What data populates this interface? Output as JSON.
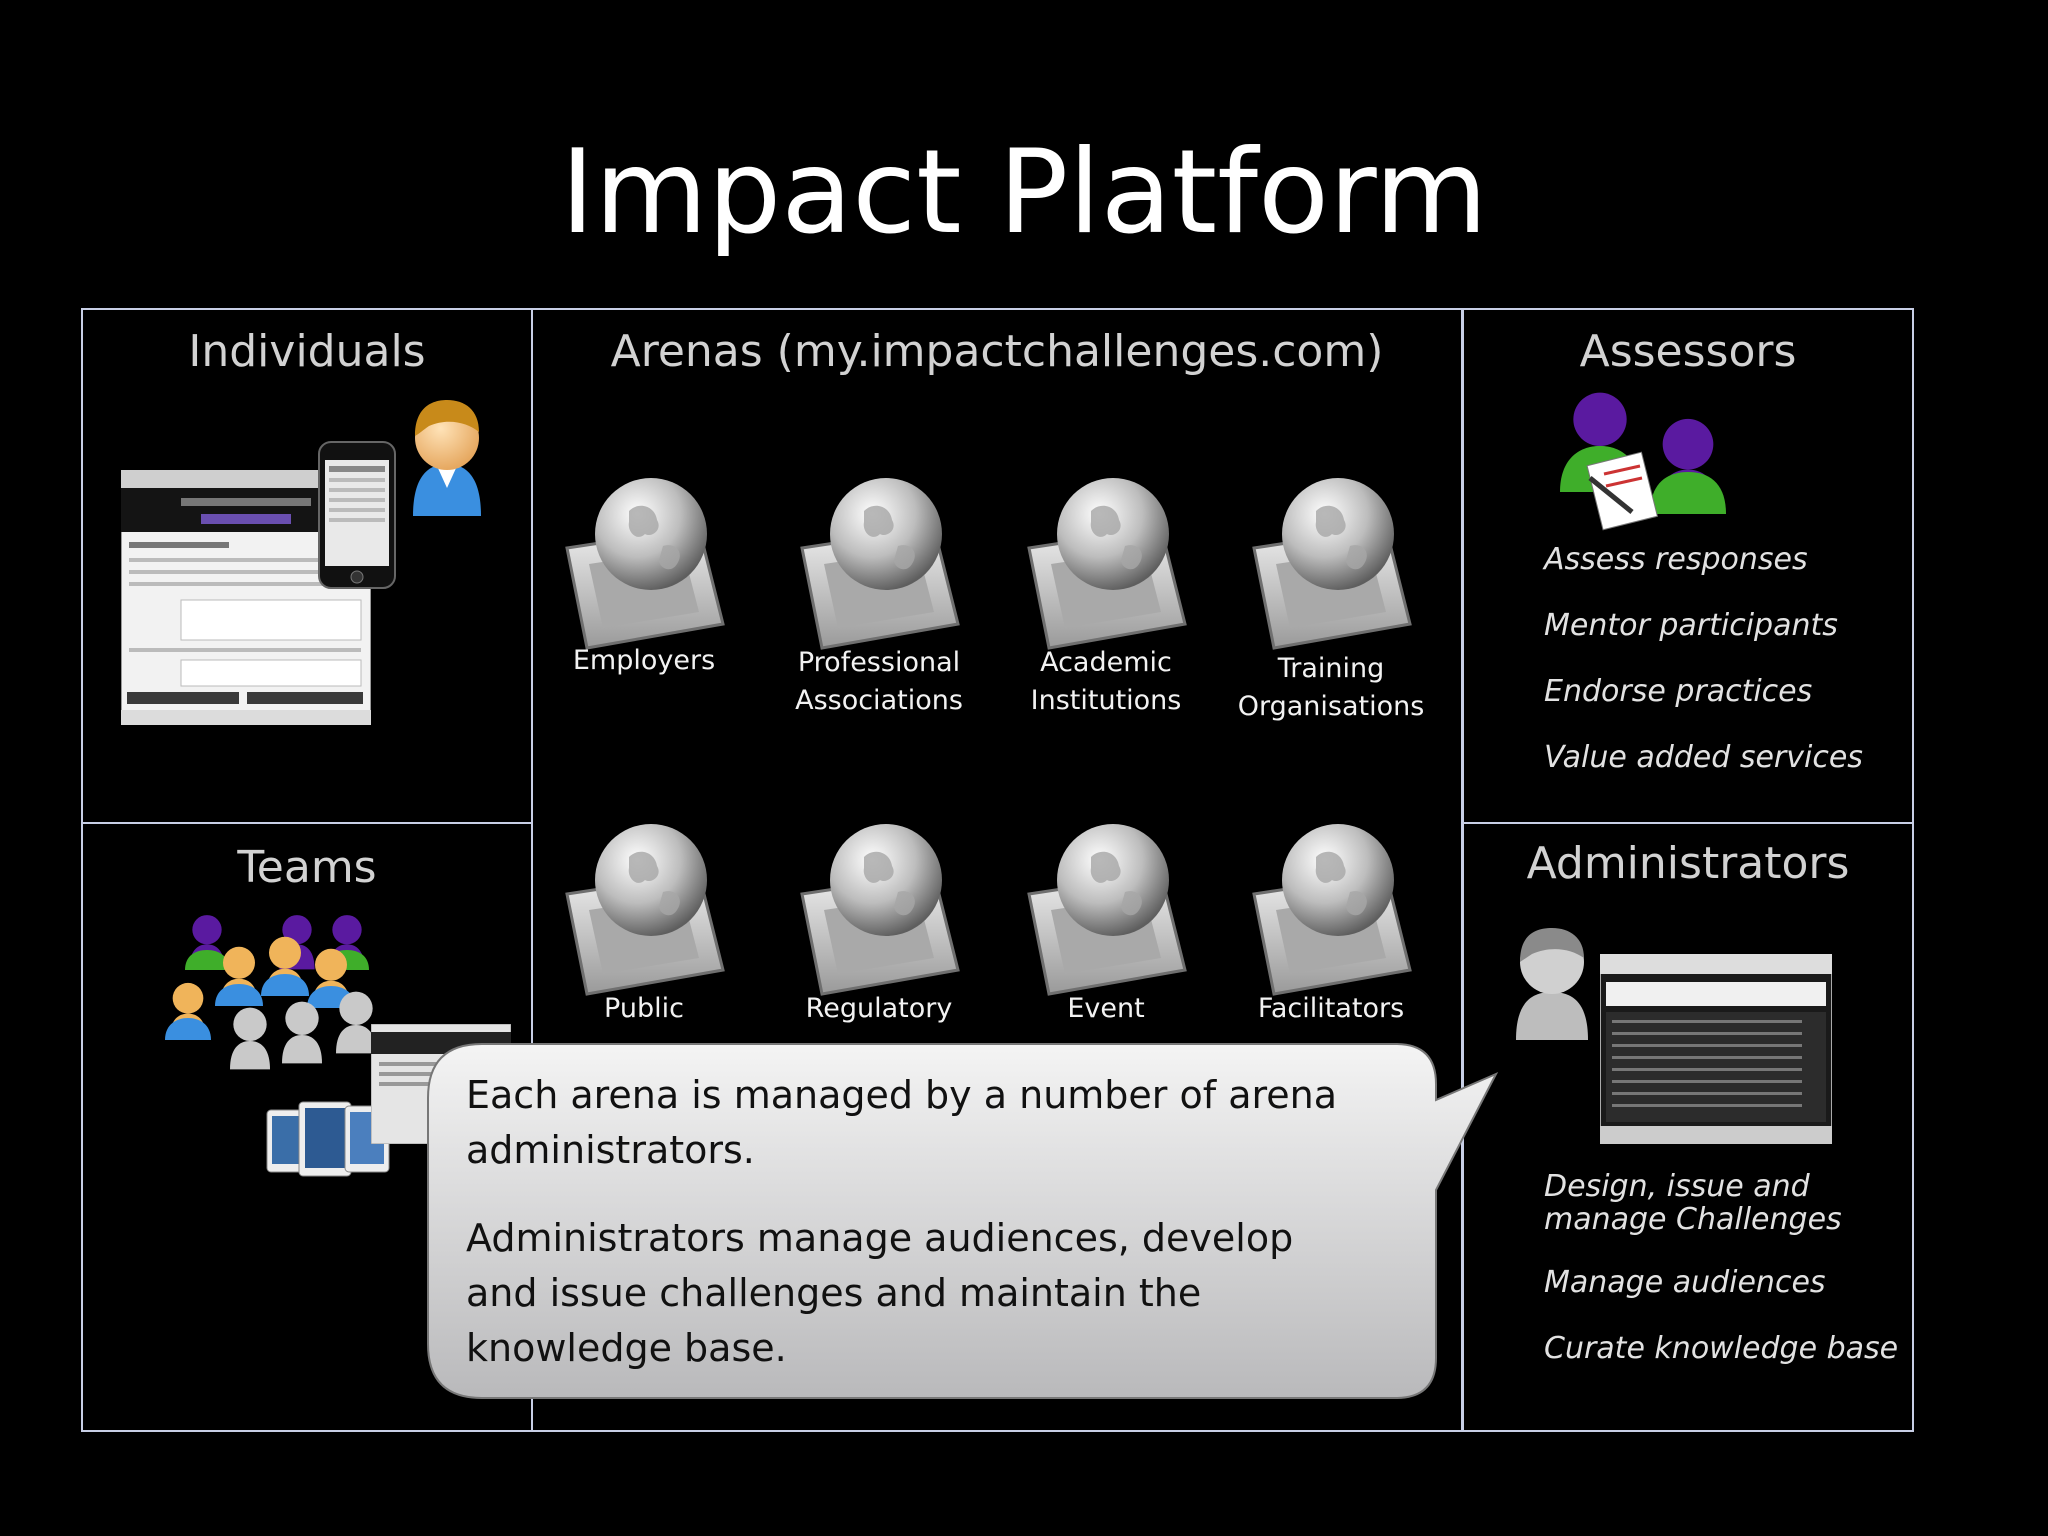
{
  "slide": {
    "title": "Impact Platform"
  },
  "panels": {
    "individuals": {
      "title": "Individuals"
    },
    "arenas": {
      "title": "Arenas (my.impactchallenges.com)",
      "items": [
        {
          "label": "Employers"
        },
        {
          "label": "Professional Associations"
        },
        {
          "label": "Academic Institutions"
        },
        {
          "label": "Training Organisations"
        },
        {
          "label": "Public"
        },
        {
          "label": "Regulatory"
        },
        {
          "label": "Event"
        },
        {
          "label": "Facilitators"
        }
      ]
    },
    "assessors": {
      "title": "Assessors",
      "bullets": [
        "Assess responses",
        "Mentor participants",
        "Endorse practices",
        "Value added services"
      ]
    },
    "teams": {
      "title": "Teams"
    },
    "administrators": {
      "title": "Administrators",
      "bullets": [
        "Design, issue and manage Challenges",
        "Manage audiences",
        "Curate knowledge base"
      ]
    }
  },
  "callout": {
    "paragraph1": "Each arena is managed by a number of arena administrators.",
    "paragraph2": "Administrators manage audiences, develop and issue challenges and maintain the knowledge base."
  },
  "colors": {
    "border": "#c8cfe6",
    "callout_fill": "#e4e4e4",
    "assessor_head": "#5a1aa0",
    "assessor_body": "#3fae2a"
  },
  "icons": [
    "user-icon",
    "smartphone-icon",
    "app-screenshot",
    "group-icon",
    "tablet-icon",
    "globe-icon",
    "document-pen-icon",
    "admin-user-icon"
  ]
}
